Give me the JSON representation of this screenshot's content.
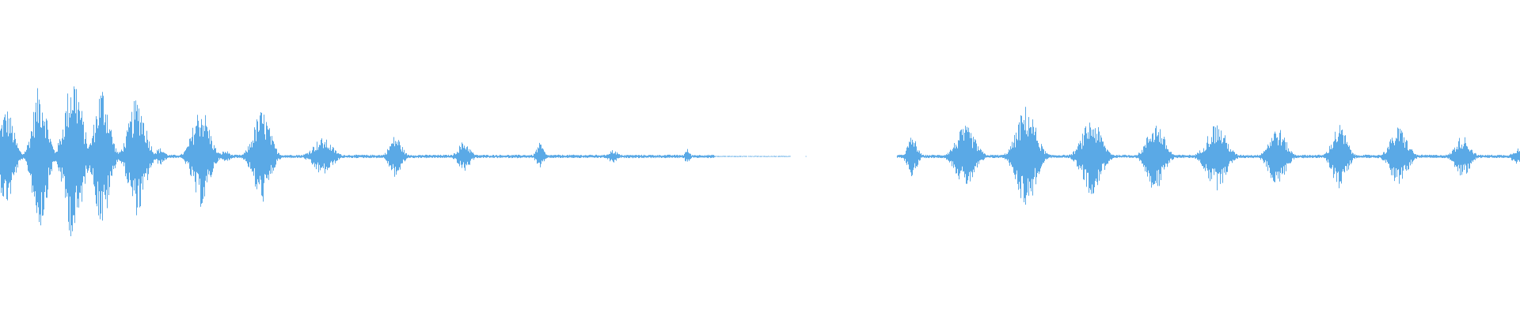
{
  "waveform": {
    "color": "#5aa9e6",
    "background": "#ffffff",
    "time_axis_labels_visible": false,
    "silent_gap_present": true,
    "bursts": [
      {
        "center": 0.004,
        "spread": 0.006,
        "amplitude": 0.58
      },
      {
        "center": 0.026,
        "spread": 0.006,
        "amplitude": 0.85
      },
      {
        "center": 0.048,
        "spread": 0.007,
        "amplitude": 1.0
      },
      {
        "center": 0.067,
        "spread": 0.006,
        "amplitude": 0.85
      },
      {
        "center": 0.09,
        "spread": 0.007,
        "amplitude": 0.7
      },
      {
        "center": 0.105,
        "spread": 0.004,
        "amplitude": 0.1
      },
      {
        "center": 0.132,
        "spread": 0.007,
        "amplitude": 0.6
      },
      {
        "center": 0.148,
        "spread": 0.004,
        "amplitude": 0.07
      },
      {
        "center": 0.172,
        "spread": 0.007,
        "amplitude": 0.55
      },
      {
        "center": 0.212,
        "spread": 0.008,
        "amplitude": 0.22
      },
      {
        "center": 0.26,
        "spread": 0.005,
        "amplitude": 0.25
      },
      {
        "center": 0.305,
        "spread": 0.005,
        "amplitude": 0.18
      },
      {
        "center": 0.355,
        "spread": 0.003,
        "amplitude": 0.16
      },
      {
        "center": 0.403,
        "spread": 0.004,
        "amplitude": 0.08
      },
      {
        "center": 0.452,
        "spread": 0.002,
        "amplitude": 0.09
      },
      {
        "center": 0.6,
        "spread": 0.004,
        "amplitude": 0.24
      },
      {
        "center": 0.635,
        "spread": 0.008,
        "amplitude": 0.36
      },
      {
        "center": 0.675,
        "spread": 0.008,
        "amplitude": 0.6
      },
      {
        "center": 0.718,
        "spread": 0.008,
        "amplitude": 0.45
      },
      {
        "center": 0.76,
        "spread": 0.007,
        "amplitude": 0.42
      },
      {
        "center": 0.8,
        "spread": 0.008,
        "amplitude": 0.4
      },
      {
        "center": 0.84,
        "spread": 0.007,
        "amplitude": 0.35
      },
      {
        "center": 0.881,
        "spread": 0.006,
        "amplitude": 0.38
      },
      {
        "center": 0.92,
        "spread": 0.007,
        "amplitude": 0.35
      },
      {
        "center": 0.962,
        "spread": 0.006,
        "amplitude": 0.25
      },
      {
        "center": 0.998,
        "spread": 0.004,
        "amplitude": 0.1
      }
    ],
    "noise_floor": [
      {
        "start": 0.0,
        "end": 0.47,
        "amplitude": 0.02
      },
      {
        "start": 0.47,
        "end": 0.52,
        "amplitude": 0.006
      },
      {
        "start": 0.52,
        "end": 0.59,
        "amplitude": 0.0
      },
      {
        "start": 0.59,
        "end": 1.0,
        "amplitude": 0.02
      }
    ]
  }
}
